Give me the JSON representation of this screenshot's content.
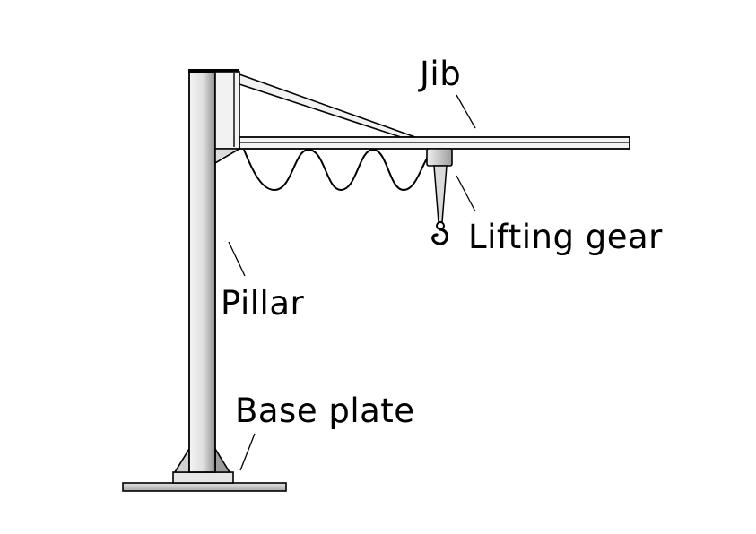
{
  "labels": {
    "jib": "Jib",
    "lifting_gear": "Lifting gear",
    "pillar": "Pillar",
    "base_plate": "Base plate"
  },
  "colors": {
    "stroke": "#000000",
    "pillar_shade_dark": "#9a9a9a",
    "pillar_shade_light": "#f4f4f4",
    "plate_fill": "#c8c8c8",
    "hoist_fill": "#d8d8d8"
  }
}
